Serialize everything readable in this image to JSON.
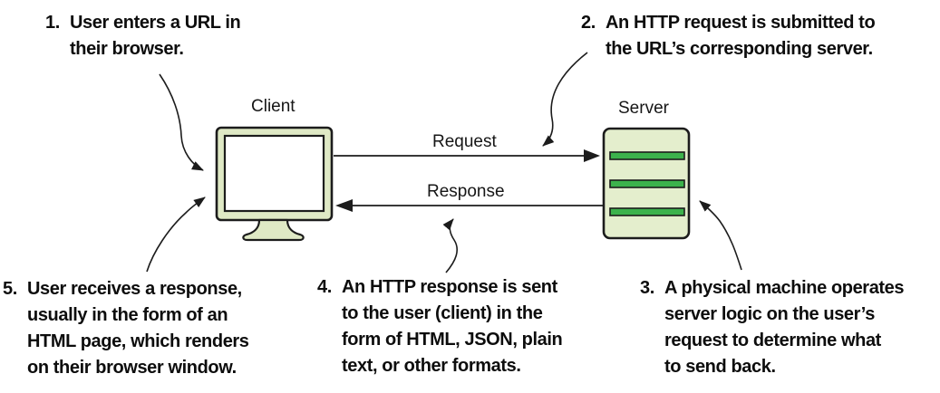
{
  "labels": {
    "client": "Client",
    "server": "Server",
    "request": "Request",
    "response": "Response"
  },
  "annotations": [
    {
      "num": "1.",
      "lines": [
        "User enters a URL in",
        "their browser."
      ]
    },
    {
      "num": "2.",
      "lines": [
        "An HTTP request is submitted to",
        "the URL’s corresponding server."
      ]
    },
    {
      "num": "3.",
      "lines": [
        "A physical machine operates",
        "server logic on the user’s",
        "request to determine what",
        "to send back."
      ]
    },
    {
      "num": "4.",
      "lines": [
        "An HTTP response is sent",
        "to the user (client) in the",
        "form of HTML, JSON, plain",
        "text, or other formats."
      ]
    },
    {
      "num": "5.",
      "lines": [
        "User receives a response,",
        "usually in the form of an",
        "HTML page, which renders",
        "on their browser window."
      ]
    }
  ],
  "colors": {
    "device_fill": "#dfe9c5",
    "screen_fill": "#ffffff",
    "server_fill": "#e4eecd",
    "bar_fill": "#3cb24c",
    "line": "#1c1c1c"
  }
}
